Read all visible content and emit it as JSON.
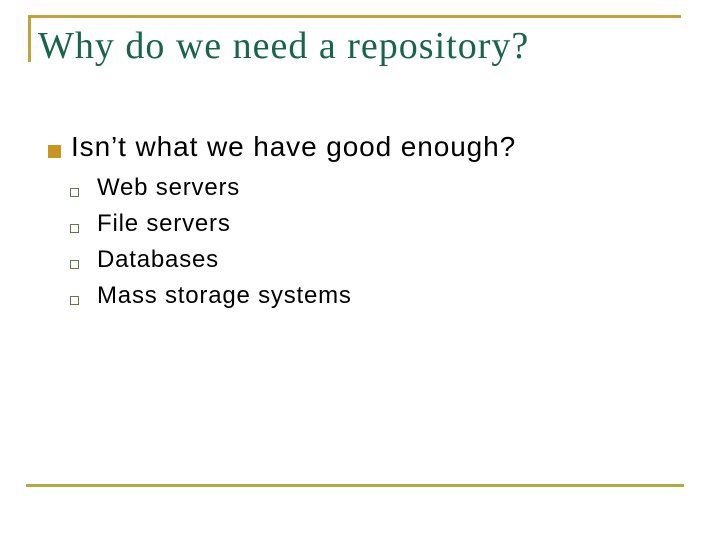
{
  "slide": {
    "title": "Why do we need a repository?"
  },
  "content": {
    "main_bullet": "Isn’t what we have good enough?",
    "sub_items": [
      "Web servers",
      "File servers",
      "Databases",
      "Mass storage systems"
    ]
  },
  "icons": {
    "level1_bullet": "filled-square-bullet",
    "level2_bullet": "hollow-square-bullet"
  },
  "colors": {
    "background": "#FFFFFF",
    "title-green": "#17654B",
    "accent-gold": "#C2A13C",
    "bottom-olive": "#B4A843",
    "bullet-gold": "#C8951F",
    "bullet-green": "#5F7A48",
    "body-text": "#000000"
  }
}
